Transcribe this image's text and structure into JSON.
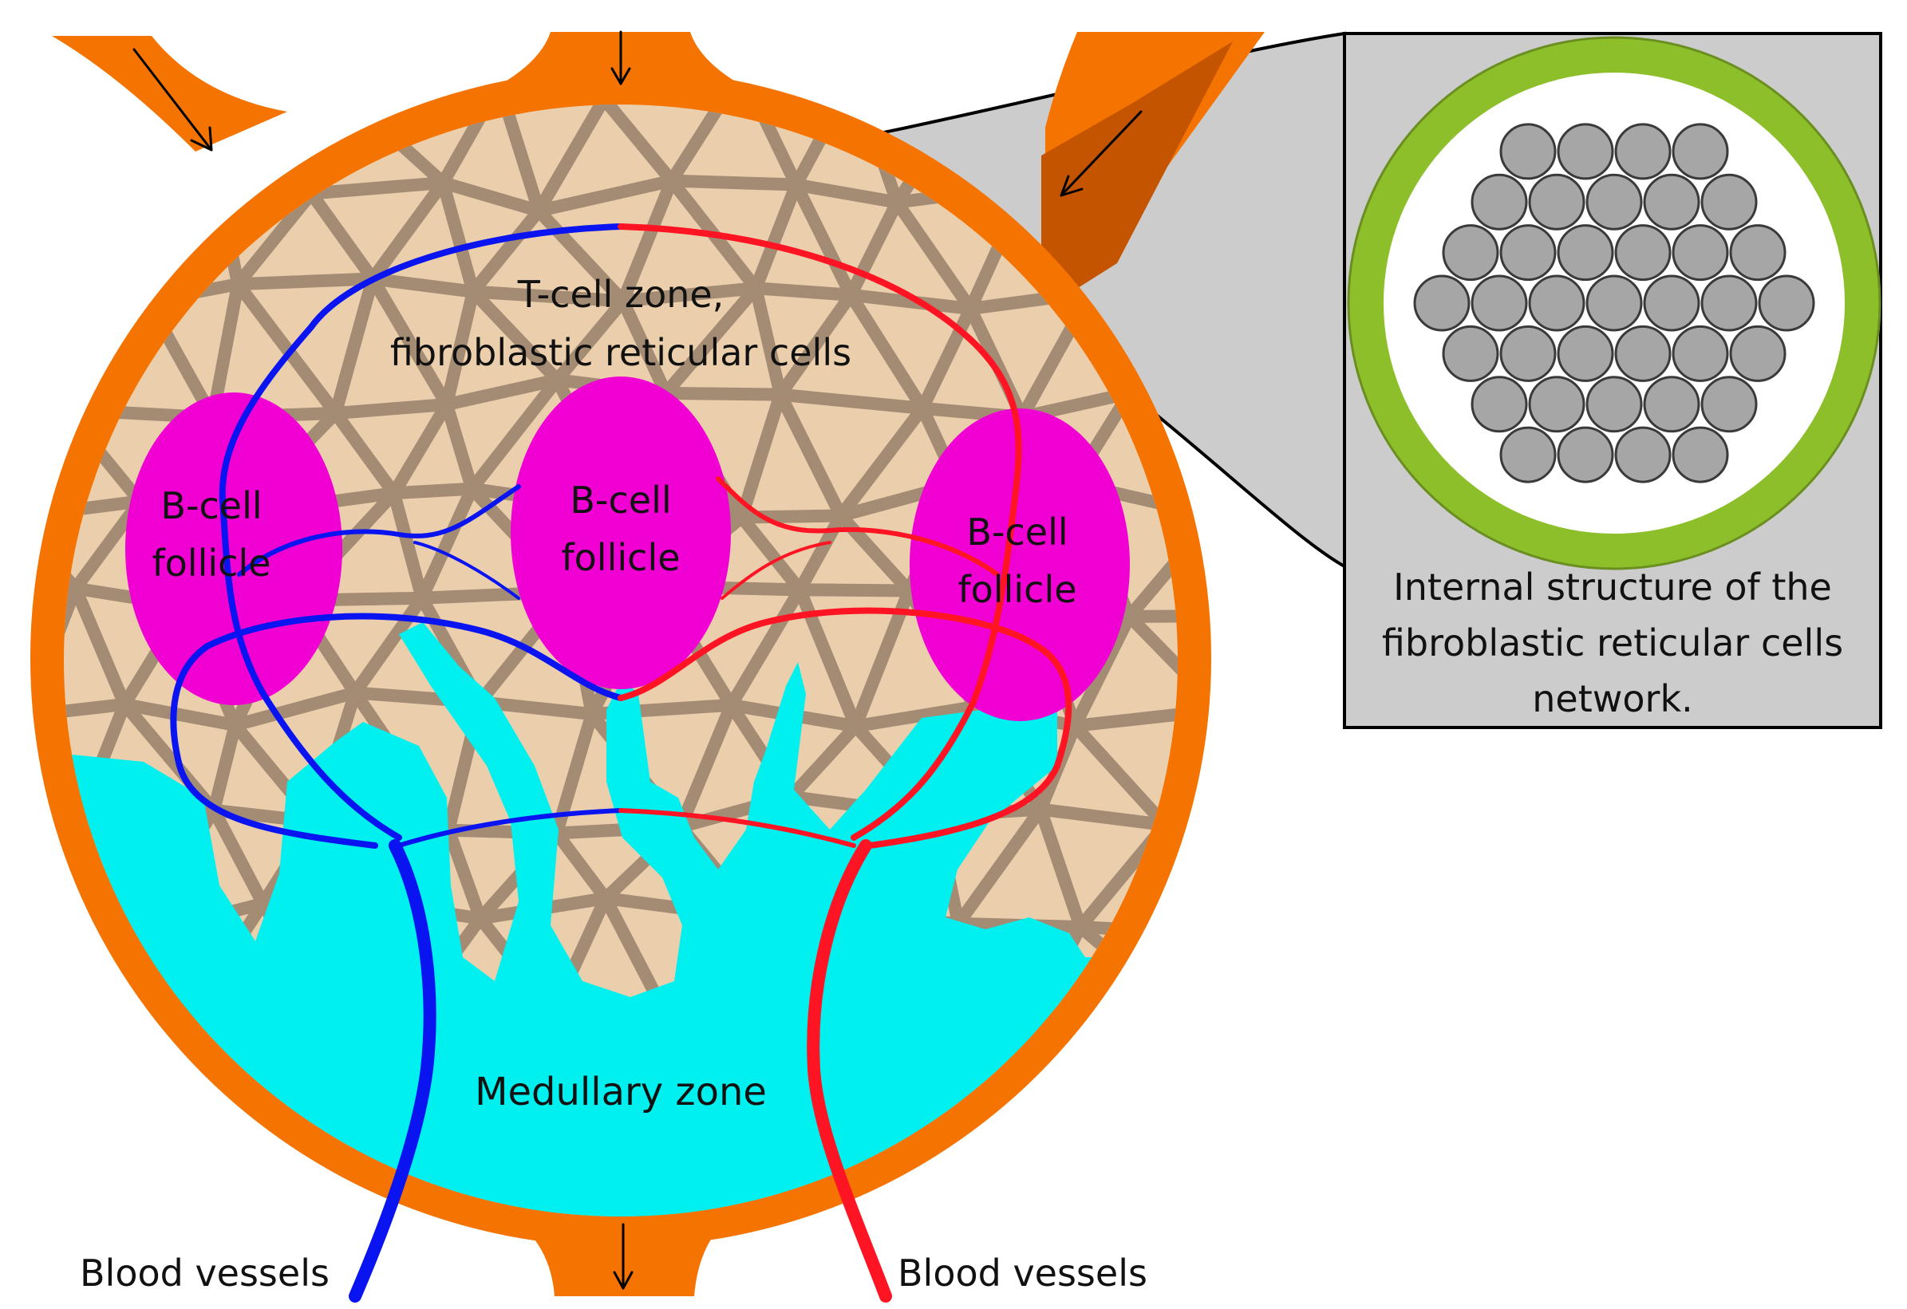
{
  "labels": {
    "tcell_zone_line1": "T-cell zone,",
    "tcell_zone_line2": "fibroblastic reticular cells",
    "follicle_left_line1": "B-cell",
    "follicle_left_line2": "follicle",
    "follicle_center_line1": "B-cell",
    "follicle_center_line2": "follicle",
    "follicle_right_line1": "B-cell",
    "follicle_right_line2": "follicle",
    "medullary_zone": "Medullary zone",
    "blood_vessels_left": "Blood vessels",
    "blood_vessels_right": "Blood vessels",
    "inset_line1": "Internal structure of the",
    "inset_line2": "fibroblastic reticular cells",
    "inset_line3": "network."
  },
  "colors": {
    "capsule": "#f57300",
    "lymph_vessel_dark": "#c55400",
    "cortex_fill": "#ebcfac",
    "reticular_network": "#a48b74",
    "follicle": "#f000d2",
    "medulla": "#00f0f0",
    "vein": "#0a14f0",
    "artery": "#ff1423",
    "inset_background": "#cccccc",
    "fiber_sheath": "#8dbf2a",
    "fiber": "#a6a6a6"
  }
}
